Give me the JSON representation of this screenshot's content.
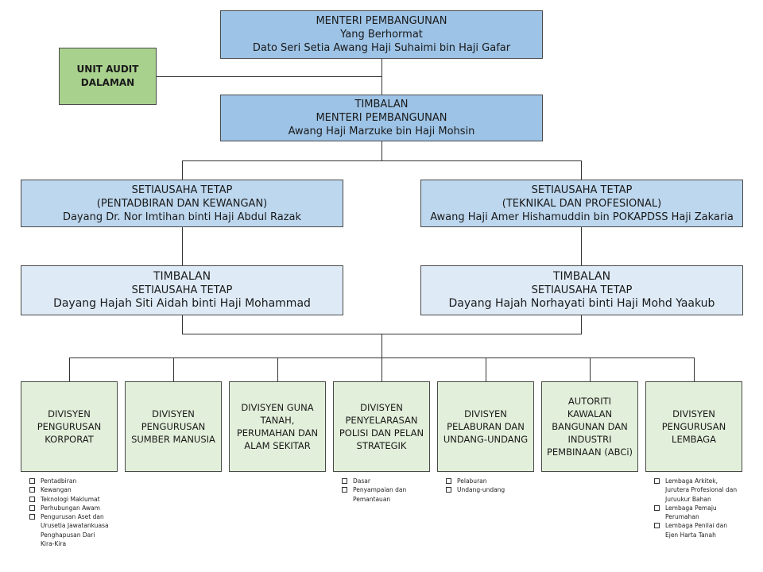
{
  "minister": {
    "title": "MENTERI PEMBANGUNAN",
    "honorific": "Yang Berhormat",
    "name": "Dato Seri Setia Awang Haji Suhaimi bin Haji Gafar"
  },
  "audit": {
    "line1": "UNIT AUDIT",
    "line2": "DALAMAN"
  },
  "deputy_minister": {
    "line1": "TIMBALAN",
    "line2": "MENTERI PEMBANGUNAN",
    "name": "Awang Haji Marzuke bin Haji Mohsin"
  },
  "ps_admin": {
    "line1": "SETIAUSAHA TETAP",
    "line2": "(PENTADBIRAN DAN KEWANGAN)",
    "name": "Dayang Dr. Nor Imtihan binti Haji Abdul Razak"
  },
  "ps_tech": {
    "line1": "SETIAUSAHA TETAP",
    "line2": "(TEKNIKAL DAN PROFESIONAL)",
    "name": "Awang Haji Amer Hishamuddin bin POKAPDSS Haji Zakaria"
  },
  "dps_admin": {
    "line1": "TIMBALAN",
    "line2": "SETIAUSAHA TETAP",
    "name": "Dayang Hajah Siti Aidah binti Haji Mohammad"
  },
  "dps_tech": {
    "line1": "TIMBALAN",
    "line2": "SETIAUSAHA TETAP",
    "name": "Dayang Hajah Norhayati binti Haji Mohd Yaakub"
  },
  "divisions": [
    {
      "label": "DIVISYEN PENGURUSAN KORPORAT",
      "notes": [
        "Pentadbiran",
        "Kewangan",
        "Teknologi Maklumat",
        "Perhubungan Awam",
        "Pengurusan Aset dan Urusetia Jawatankuasa Penghapusan Dari Kira-Kira"
      ]
    },
    {
      "label": "DIVISYEN PENGURUSAN SUMBER MANUSIA",
      "notes": []
    },
    {
      "label": "DIVISYEN GUNA TANAH, PERUMAHAN DAN ALAM SEKITAR",
      "notes": []
    },
    {
      "label": "DIVISYEN PENYELARASAN POLISI DAN PELAN STRATEGIK",
      "notes": [
        "Dasar",
        "Penyampaian dan Pemantauan"
      ]
    },
    {
      "label": "DIVISYEN PELABURAN DAN UNDANG-UNDANG",
      "notes": [
        "Pelaburan",
        "Undang-undang"
      ]
    },
    {
      "label": "AUTORITI KAWALAN BANGUNAN DAN INDUSTRI PEMBINAAN (ABCi)",
      "notes": []
    },
    {
      "label": "DIVISYEN PENGURUSAN LEMBAGA",
      "notes": [
        "Lembaga Arkitek, Jurutera Profesional dan Juruukur Bahan",
        "Lembaga Pemaju Perumahan",
        "Lembaga Penilai dan Ejen Harta Tanah"
      ]
    }
  ]
}
